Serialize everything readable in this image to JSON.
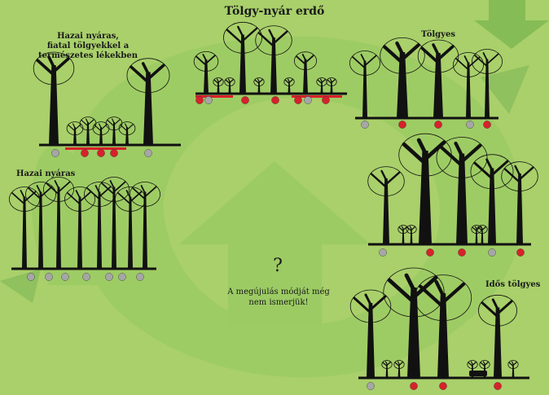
{
  "title": "Tölgy-nyár erdő",
  "labels": {
    "young_oak_line1": "Hazai nyáras,",
    "young_oak_line2": "fiatal tölgyekkel a",
    "young_oak_line3": "természetes lékekben",
    "oak": "Tölgyes",
    "poplar": "Hazai nyáras",
    "old_oak": "Idős tölgyes"
  },
  "unknown": {
    "mark": "?",
    "line1": "A megújulás módját még",
    "line2": "nem ismerjük!"
  },
  "colors": {
    "background": "#a9d06a",
    "arrow": "#8fc15e",
    "arrow_dark": "#7fb24f",
    "red_dot": "#d7212b",
    "grey_dot": "#a6a6a6",
    "tree": "#111111"
  }
}
